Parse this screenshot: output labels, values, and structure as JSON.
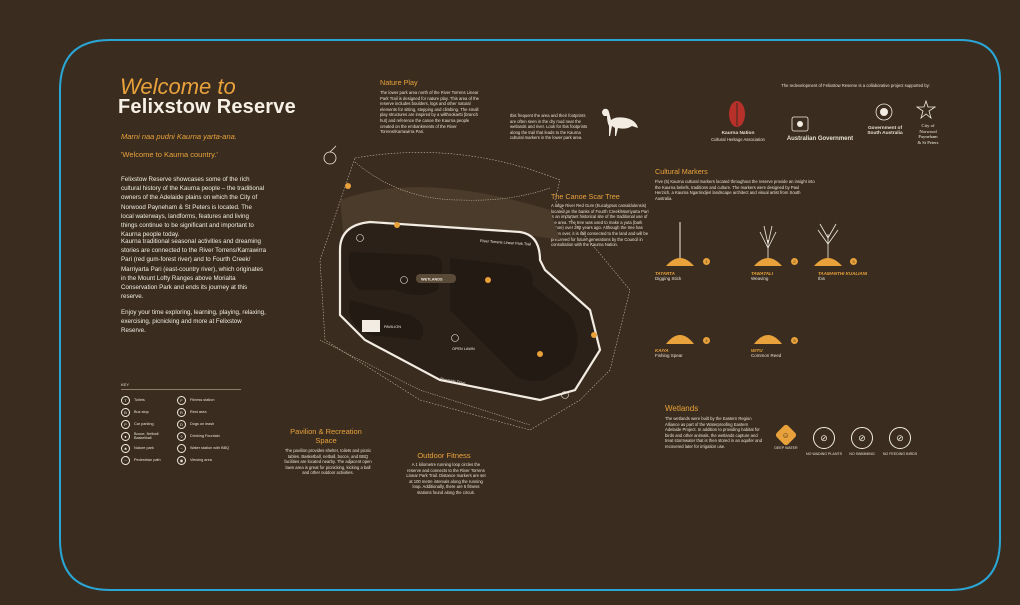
{
  "header": {
    "title_line1": "Welcome to",
    "title_line2": "Felixstow Reserve",
    "kaurna_phrase": "Marni naa pudni Kaurna yarta-ana.",
    "kaurna_translation": "'Welcome to Kaurna country.'"
  },
  "intro": {
    "para1": "Felixstow Reserve showcases some of the rich cultural history of the Kaurna people – the traditional owners of the Adelaide plains on which the City of Norwood Payneham & St Peters is located. The local waterways, landforms, features and living things continue to be significant and important to Kaurna people today.",
    "para2": "Kaurna traditional seasonal activities and dreaming stories are connected to the River Torrens/Karrawirra Pari (red gum-forest river) and to Fourth Creek/ Marriyarta Pari (east-country river), which originates in the Mount Lofty Ranges above Morialta Conservation Park and ends its journey at this reserve.",
    "para3": "Enjoy your time exploring, learning, playing, relaxing, exercising, picnicking and more at Felixstow Reserve."
  },
  "nature_play": {
    "heading": "Nature Play",
    "text_col1": "The lower park area north of the River Torrens Linear Park Trail is designed for nature play. This area of the reserve includes boulders, logs and other natural elements for sitting, stepping and climbing. The small play structures are inspired by a wilthookartti (branch hut) and reference the canoe the Kaurna people created on the embankments of the River Torrens/Karrawirra Pari.",
    "text_col2": "Ibis frequent the area and their footprints are often seen in the dry mud near the wetlands and river. Look for Ibis footprints along the trail that leads to the Kaurna cultural markers in the lower park area."
  },
  "sponsor": {
    "line": "The redevelopment of Felixstow Reserve is a collaborative project supported by:",
    "logo1": "Kaurna Nation",
    "logo1_sub": "Cultural Heritage Association",
    "logo2": "Australian Government",
    "logo3": "Government of South Australia",
    "logo4_line1": "City of",
    "logo4_line2": "Norwood",
    "logo4_line3": "Payneham",
    "logo4_line4": "& St Peters"
  },
  "canoe": {
    "heading": "The Canoe Scar Tree",
    "text": "A large River Red Gum (Eucalyptus camaldulensis) located on the banks of Fourth Creek/Marriyarta Pari is an important historical site of the traditional use of the area. The tree was used to make a yuta (bark canoe) over 200 years ago. Although the tree has fallen over, it is still connected to the land and will be preserved for future generations by the Council in consultation with the Kaurna Nation."
  },
  "cultural_markers": {
    "heading": "Cultural Markers",
    "text": "Five (5) Kaurna cultural markers located throughout the reserve provide an insight into the Kaurna beliefs, traditions and culture. The markers were designed by Paul Herzich, a Kaurna Ngarrindjeri landscape architect and visual artist from South Australia.",
    "markers": [
      {
        "num": "1",
        "title": "TATARTA",
        "sub": "Digging Stick"
      },
      {
        "num": "2",
        "title": "TAWATALI",
        "sub": "Weaving"
      },
      {
        "num": "3",
        "title": "TAAMANTHI KUALIANI",
        "sub": "Ibis"
      },
      {
        "num": "4",
        "title": "KAIYA",
        "sub": "Fishing Spear"
      },
      {
        "num": "5",
        "title": "WITU",
        "sub": "Common Reed"
      }
    ]
  },
  "wetlands": {
    "heading": "Wetlands",
    "text": "The wetlands were built by the Eastern Region Alliance as part of the Waterproofing Eastern Adelaide Project. In addition to providing habitat for birds and other animals, the wetlands capture and treat stormwater that is then stored in an aquifer and recovered later for irrigation use.",
    "signs": [
      {
        "label": "DEEP WATER",
        "icon": "person-in-water-icon"
      },
      {
        "label": "NO WADING PLANTS",
        "icon": "no-wading-icon"
      },
      {
        "label": "NO SWIMMING",
        "icon": "no-swimming-icon"
      },
      {
        "label": "NO FEEDING BIRDS",
        "icon": "no-feeding-icon"
      }
    ]
  },
  "pavilion": {
    "heading_line1": "Pavilion & Recreation",
    "heading_line2": "Space",
    "text": "The pavilion provides shelter, toilets and picnic tables. Basketball, netball, bocce, and BBQ facilities are located nearby. The adjacent open lawn area is great for picnicking, kicking a ball and other outdoor activities."
  },
  "fitness": {
    "heading": "Outdoor Fitness",
    "text": "A 1 kilometre running loop circles the reserve and connects to the River Torrens Linear Park Trail. Distance markers are set at 100 metre intervals along the running loop. Additionally, there are 5 fitness stations found along the circuit."
  },
  "key": {
    "heading": "KEY",
    "items": [
      {
        "icon": "toilet-icon",
        "label": "Toilets"
      },
      {
        "icon": "fitness-station-icon",
        "label": "Fitness station"
      },
      {
        "icon": "bus-stop-icon",
        "label": "Bus stop"
      },
      {
        "icon": "rest-area-icon",
        "label": "Rest area"
      },
      {
        "icon": "car-parking-icon",
        "label": "Car parking"
      },
      {
        "icon": "dogs-on-leash-icon",
        "label": "Dogs on leash"
      },
      {
        "icon": "bocce-icon",
        "label": "Bocce, Netball Basketball"
      },
      {
        "icon": "drinking-fountain-icon",
        "label": "Drinking Fountain"
      },
      {
        "icon": "nature-play-icon",
        "label": "Nature park"
      },
      {
        "icon": "water-station-icon",
        "label": "Water station with BBQ"
      },
      {
        "icon": "pedestrian-path-icon",
        "label": "Pedestrian path"
      },
      {
        "icon": "viewing-area-icon",
        "label": "Viewing area"
      }
    ]
  },
  "map": {
    "trail_label": "River Torrens Linear Park Trail",
    "wetlands_label": "WETLANDS",
    "open_lawn_label": "OPEN LAWN",
    "pavilion_label": "PAVILION",
    "road_label": "Riverside Drive"
  }
}
